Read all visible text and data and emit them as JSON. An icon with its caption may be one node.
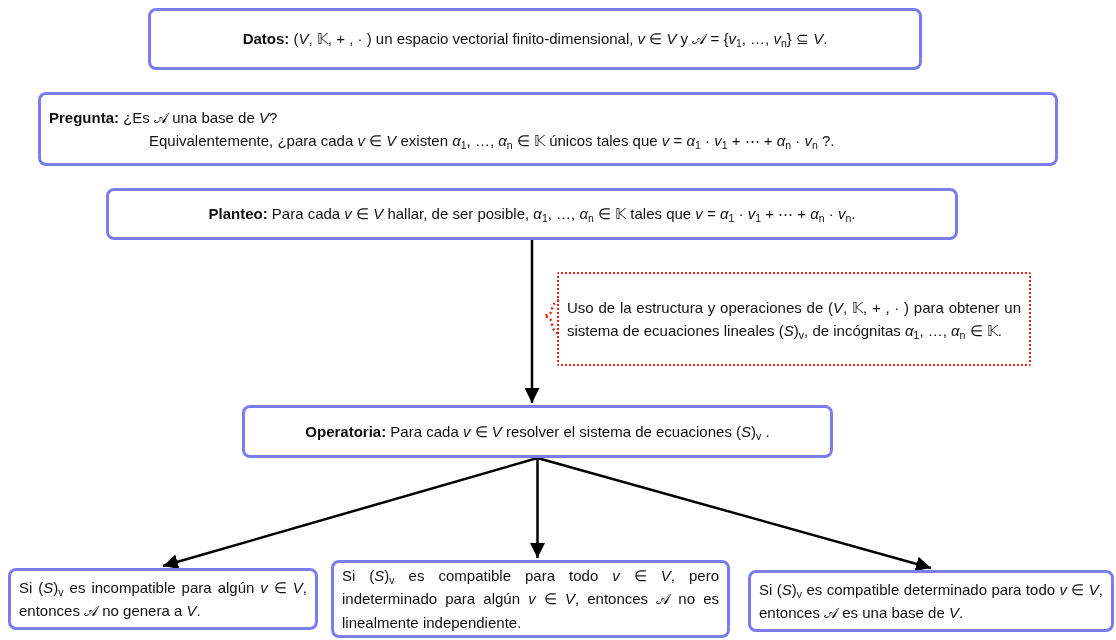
{
  "diagram": {
    "nodes": [
      {
        "text": [
          "**Datos:** (*V*, 𝕂, + , · ) un espacio vectorial finito-dimensional, *v* ∈ *V* y 𝒜 = {*v*$_{1}$, …, *v*$_{n}$} ⊆ *V*."
        ]
      },
      {
        "text": [
          "**Pregunta:** ¿Es 𝒜 una base de *V*?",
          "Equivalentemente, ¿para cada *v* ∈ *V* existen *α*$_{1}$, …, *α*$_{n}$ ∈ 𝕂 únicos tales que  *v* = *α*$_{1}$ · *v*$_{1}$ + ⋯ + *α*$_{n}$ · *v*$_{n}$ ?."
        ]
      },
      {
        "text": [
          "**Planteo:** Para cada *v* ∈ *V* hallar, de ser posible, *α*$_{1}$, …, *α*$_{n}$ ∈ 𝕂 tales que  *v* = *α*$_{1}$ · *v*$_{1}$ + ⋯ + *α*$_{n}$ · *v*$_{n}$."
        ]
      },
      {
        "text": [
          "Uso de la estructura y operaciones de (*V*, 𝕂, + , · ) para obtener un sistema de ecuaciones lineales (*S*)$_{v}$, de incógnitas *α*$_{1}$, …, *α*$_{n}$ ∈ 𝕂."
        ]
      },
      {
        "text": [
          "**Operatoria:** Para cada *v* ∈ *V* resolver el sistema de ecuaciones (*S*)$_{v}$ ."
        ]
      },
      {
        "text": [
          "Si (*S*)$_{v}$ es incompatible para algún *v* ∈ *V*, entonces 𝒜 no genera a *V*."
        ]
      },
      {
        "text": [
          "Si (*S*)$_{v}$ es compatible para todo *v* ∈ *V*, pero indeterminado para algún *v* ∈ *V*, entonces 𝒜 no es linealmente independiente."
        ]
      },
      {
        "text": [
          "Si (*S*)$_{v}$ es compatible determinado para todo *v* ∈ *V*, entonces 𝒜 es una base de *V*."
        ]
      }
    ],
    "edges": [
      {
        "from": 2,
        "to": 4,
        "arrow": "to"
      },
      {
        "from": 4,
        "to": 5,
        "arrow": "to"
      },
      {
        "from": 4,
        "to": 6,
        "arrow": "to"
      },
      {
        "from": 4,
        "to": 7,
        "arrow": "to"
      }
    ]
  }
}
